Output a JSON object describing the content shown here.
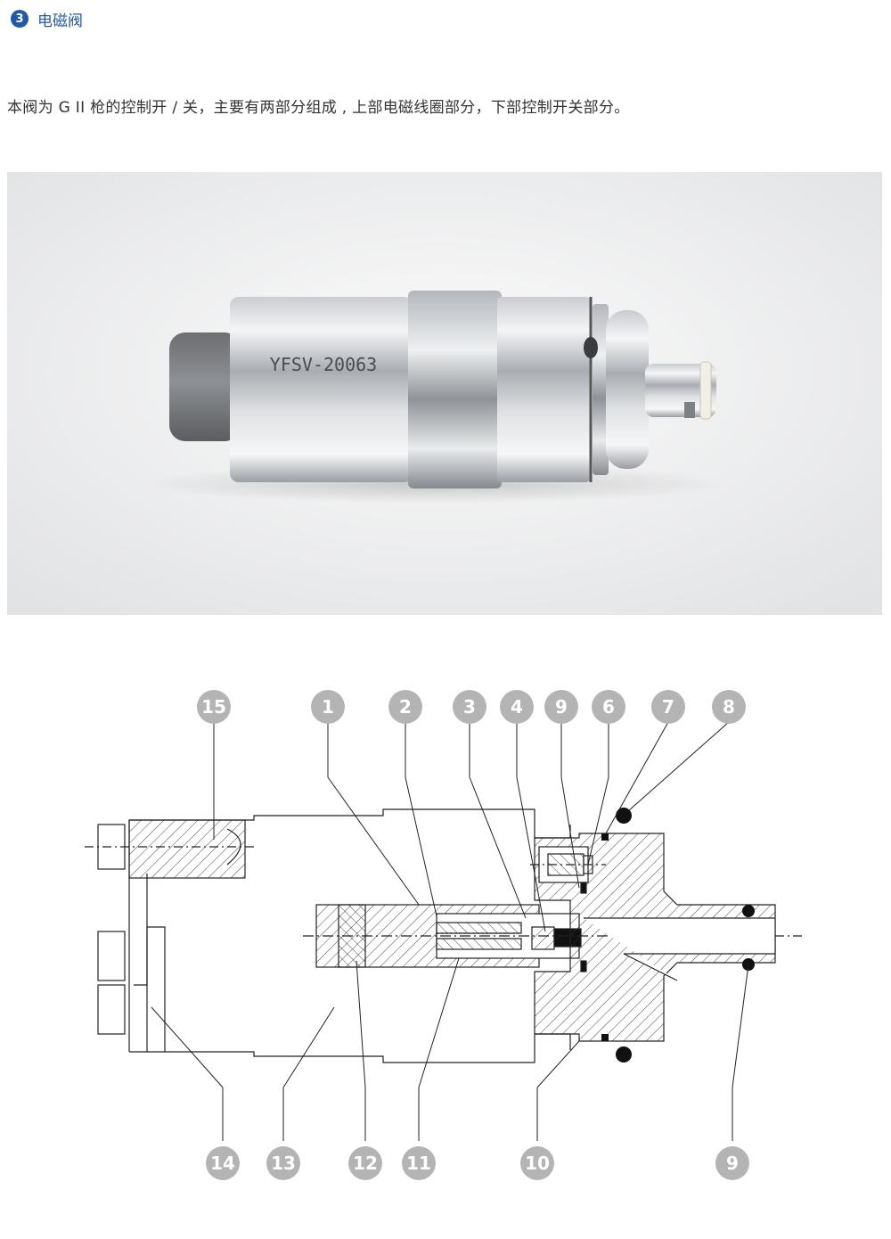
{
  "section": {
    "number": "3",
    "title": "电磁阀",
    "accent_color": "#1e5aa8"
  },
  "intro_text": "本阀为 G II 枪的控制开 / 关，主要有两部分组成 , 上部电磁线圈部分，下部控制开关部分。",
  "photo": {
    "engraving": "YFSV-20063"
  },
  "diagram": {
    "callout_color": "#b4b4b4",
    "top_callouts": [
      "15",
      "1",
      "2",
      "3",
      "4",
      "9",
      "6",
      "7",
      "8"
    ],
    "bottom_callouts": [
      "14",
      "13",
      "12",
      "11",
      "10",
      "9"
    ]
  }
}
